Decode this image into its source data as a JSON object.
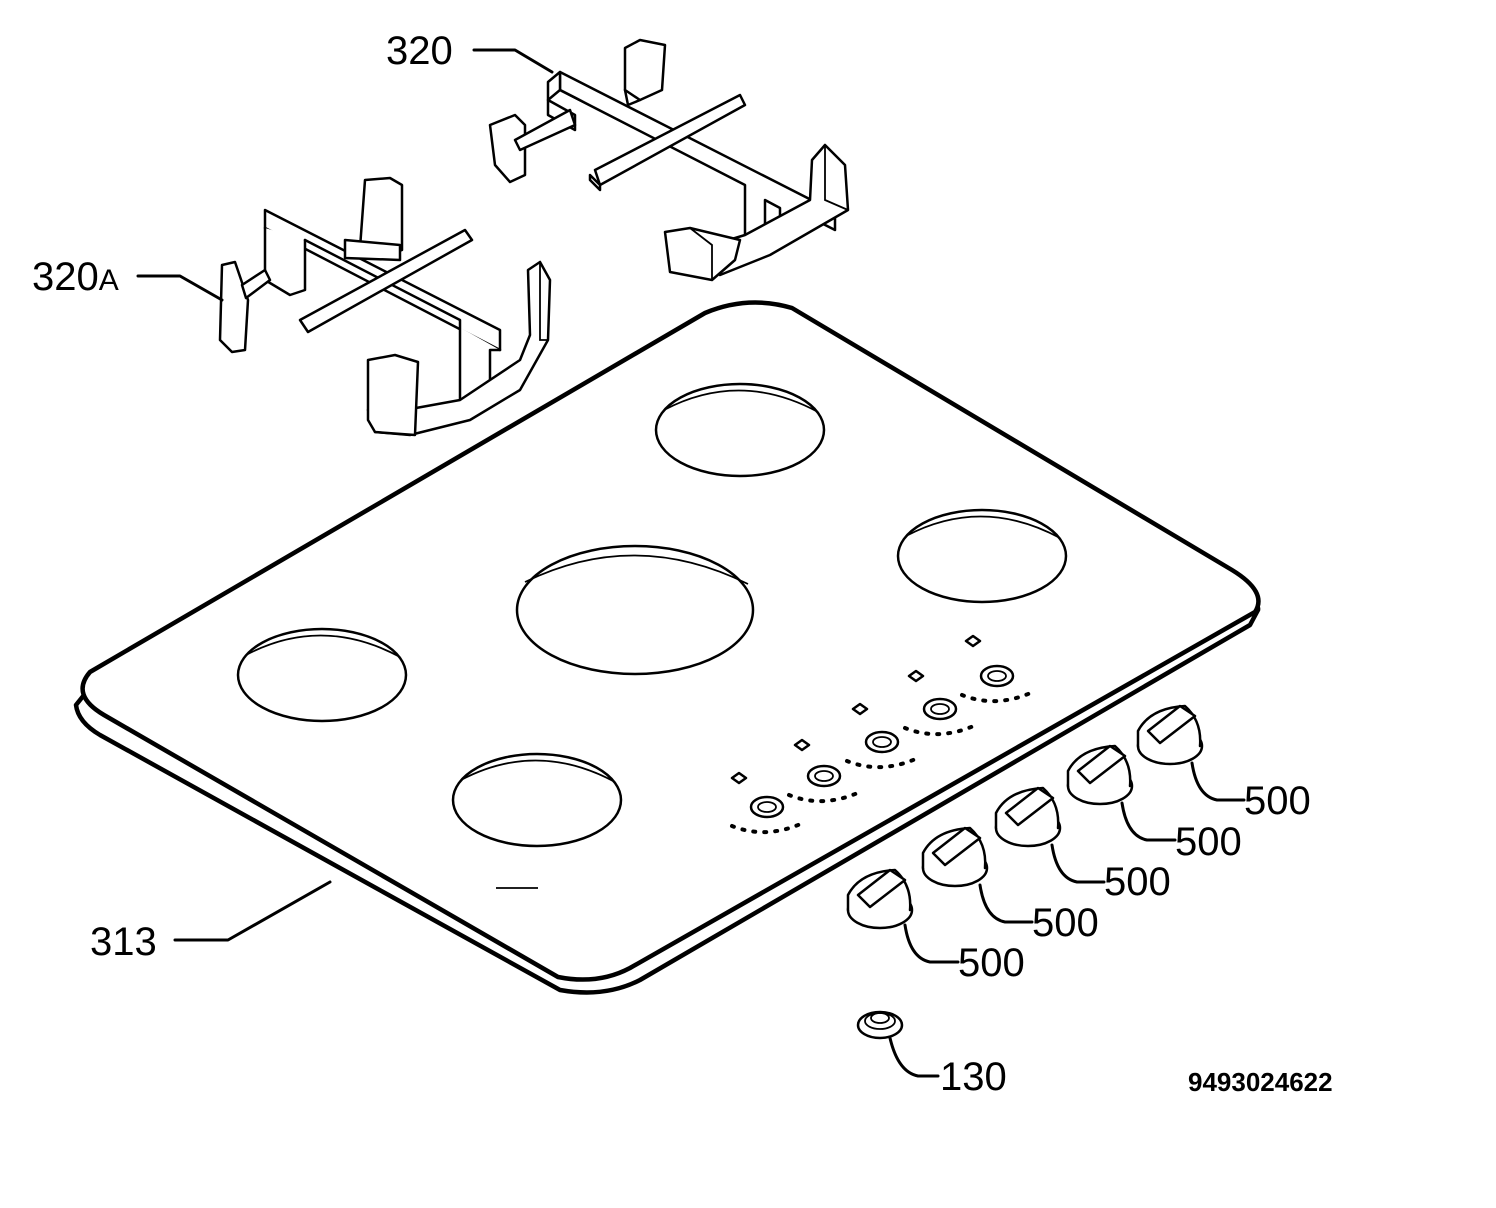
{
  "labels": {
    "grid_large": "320",
    "grid_small": "320A",
    "hob_top": "313",
    "knob_1": "500",
    "knob_2": "500",
    "knob_3": "500",
    "knob_4": "500",
    "knob_5": "500",
    "knob_cap": "130"
  },
  "drawing_code": "9493024622"
}
